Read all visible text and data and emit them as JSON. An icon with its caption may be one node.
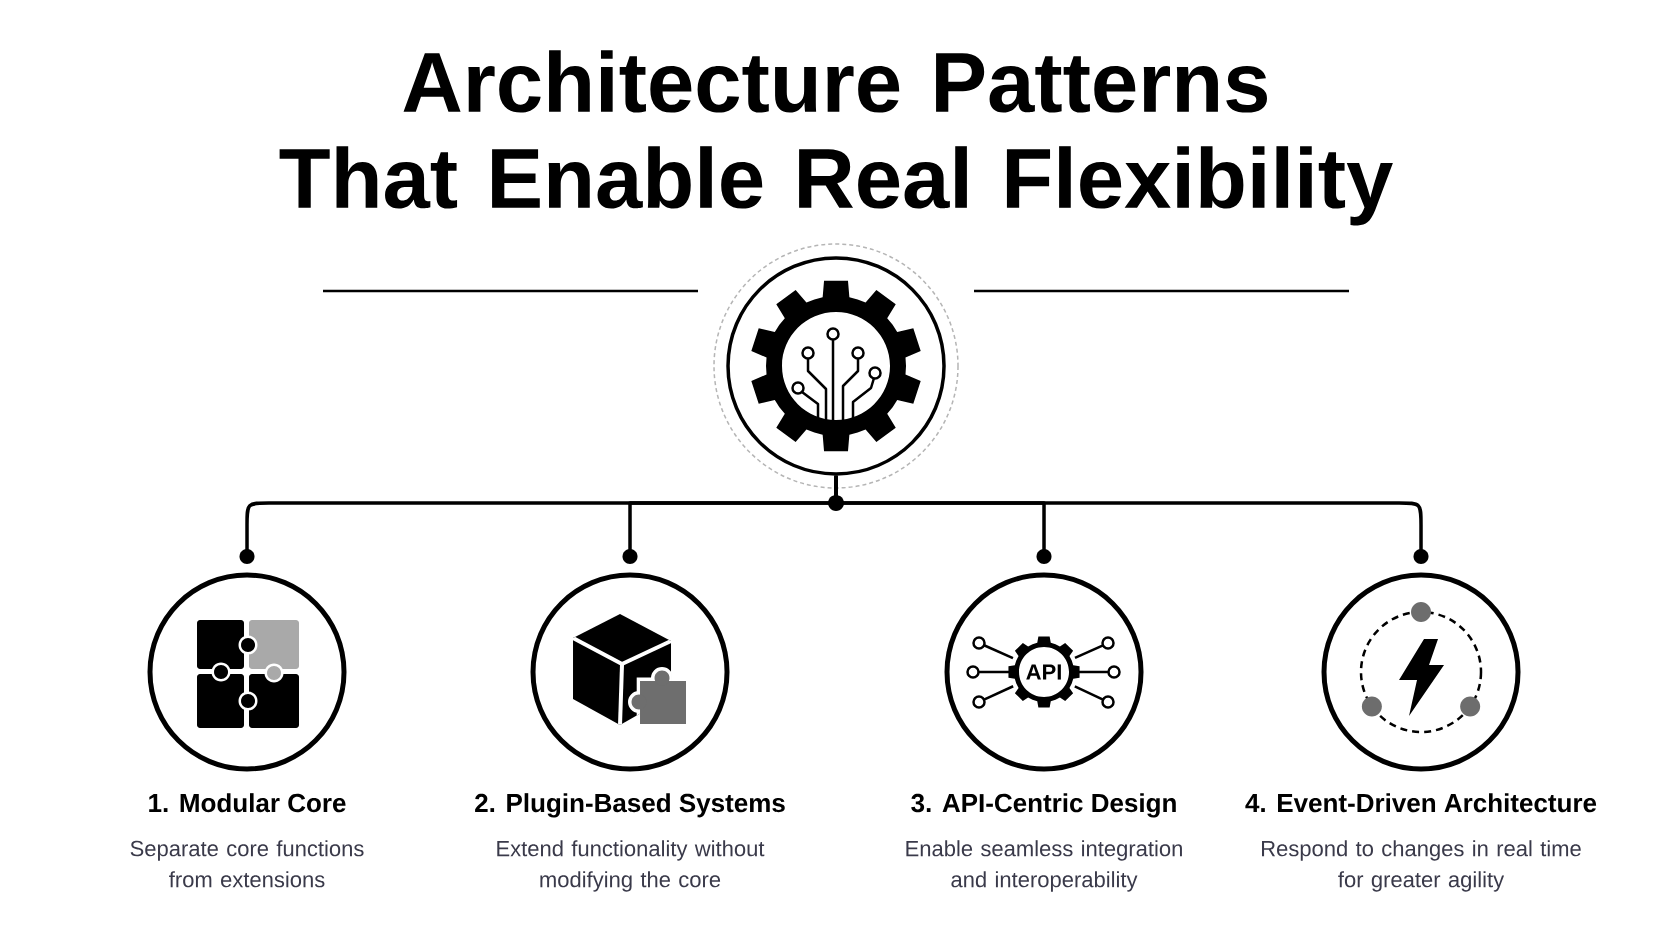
{
  "diagram": {
    "title": "Architecture Patterns That Enable Real Flexibility",
    "nodes": [
      {
        "text": [],
        "shape": "circle"
      },
      {
        "text": [
          "1. Modular Core",
          "Separate core functions from extensions"
        ]
      },
      {
        "text": [
          "2. Plugin-Based Systems",
          "Extend functionality without modifying the core"
        ]
      },
      {
        "text": [
          "API",
          "3. API-Centric Design",
          "Enable seamless integration and interoperability"
        ]
      },
      {
        "text": [
          "4. Event-Driven Architecture",
          "Respond to changes in real time for greater agility"
        ]
      }
    ],
    "edges": [
      {
        "from": 0,
        "to": 1,
        "arrow": "other"
      },
      {
        "from": 0,
        "to": 2,
        "arrow": "other"
      },
      {
        "from": 0,
        "to": 3,
        "arrow": "other"
      },
      {
        "from": 0,
        "to": 4,
        "arrow": "other"
      }
    ]
  }
}
